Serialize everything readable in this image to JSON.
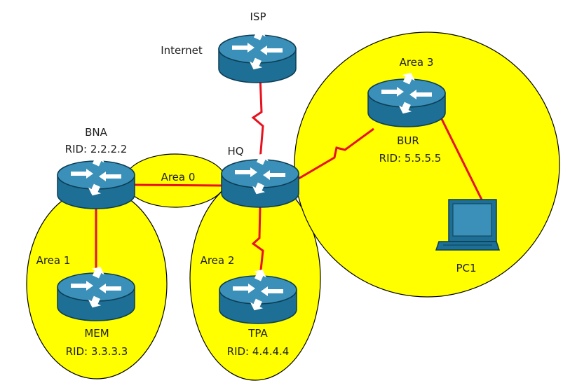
{
  "colors": {
    "area_fill": "#ffff00",
    "area_stroke": "#000000",
    "link_red": "#e8111d",
    "router_body": "#1d6f95",
    "router_top": "#3a90b8",
    "router_edge": "#0e3d55",
    "pc_body": "#1d6f95"
  },
  "icons": {
    "router": "router-icon",
    "pc": "pc-icon"
  },
  "areas": {
    "area0": "Area 0",
    "area1": "Area 1",
    "area2": "Area 2",
    "area3": "Area 3"
  },
  "nodes": {
    "isp": {
      "name": "ISP",
      "note": "Internet"
    },
    "hq": {
      "name": "HQ"
    },
    "bna": {
      "name": "BNA",
      "rid": "RID: 2.2.2.2"
    },
    "mem": {
      "name": "MEM",
      "rid": "RID: 3.3.3.3"
    },
    "tpa": {
      "name": "TPA",
      "rid": "RID: 4.4.4.4"
    },
    "bur": {
      "name": "BUR",
      "rid": "RID: 5.5.5.5"
    },
    "pc1": {
      "name": "PC1"
    }
  }
}
